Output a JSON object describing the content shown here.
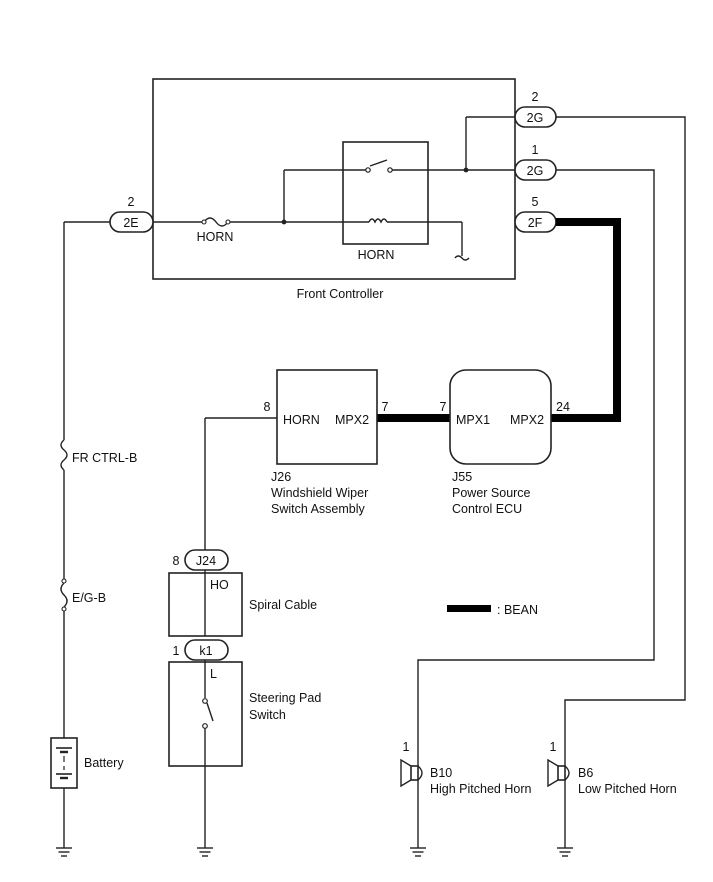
{
  "front_controller": {
    "label": "Front Controller",
    "horn_fuse_label": "HORN",
    "horn_relay_label": "HORN",
    "connectors": [
      {
        "pin": "2",
        "code": "2E"
      },
      {
        "pin": "2",
        "code": "2G"
      },
      {
        "pin": "1",
        "code": "2G"
      },
      {
        "pin": "5",
        "code": "2F"
      }
    ]
  },
  "fuses": {
    "fr_ctrl": "FR CTRL-B",
    "eg": "E/G-B"
  },
  "battery": {
    "label": "Battery"
  },
  "j26": {
    "code": "J26",
    "name_line1": "Windshield Wiper",
    "name_line2": "Switch Assembly",
    "terminal_horn": "HORN",
    "terminal_mpx2": "MPX2",
    "pin_horn": "8",
    "pin_mpx2": "7"
  },
  "j55": {
    "code": "J55",
    "name_line1": "Power Source",
    "name_line2": "Control ECU",
    "terminal_mpx1": "MPX1",
    "terminal_mpx2": "MPX2",
    "pin_mpx1": "7",
    "pin_mpx2": "24"
  },
  "spiral_cable": {
    "label": "Spiral Cable",
    "connector": "J24",
    "pin": "8",
    "terminal": "HO"
  },
  "steering_pad": {
    "label_line1": "Steering Pad",
    "label_line2": "Switch",
    "connector": "k1",
    "pin": "1",
    "terminal": "L"
  },
  "legend": {
    "bean": ": BEAN"
  },
  "horns": [
    {
      "code": "B10",
      "pin": "1",
      "label": "High Pitched Horn"
    },
    {
      "code": "B6",
      "pin": "1",
      "label": "Low Pitched Horn"
    }
  ],
  "colors": {
    "wire": "#222222",
    "bean": "#000000",
    "background": "#ffffff"
  }
}
